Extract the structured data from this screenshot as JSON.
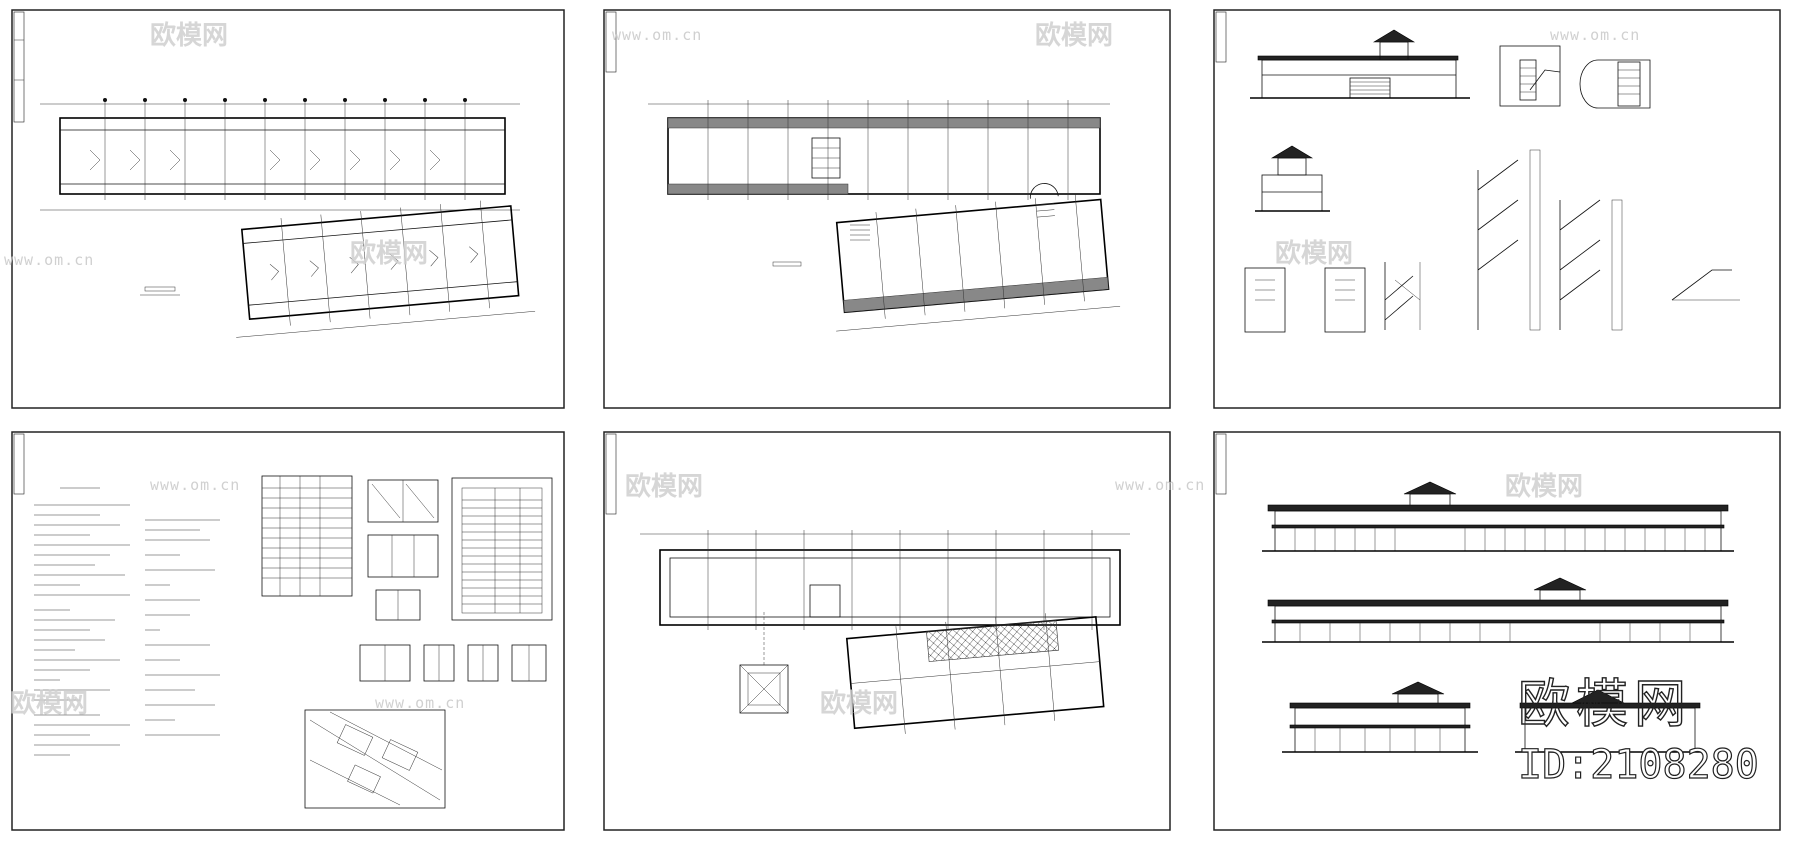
{
  "watermark": {
    "brand": "欧模网",
    "url": "www.om.cn"
  },
  "overlay": {
    "brand": "欧模网",
    "id": "ID:2108280"
  },
  "sheets": [
    {
      "key": "sheet-1",
      "kind": "floor-plan"
    },
    {
      "key": "sheet-2",
      "kind": "floor-plan"
    },
    {
      "key": "sheet-3",
      "kind": "sections-details"
    },
    {
      "key": "sheet-4",
      "kind": "notes-schedules"
    },
    {
      "key": "sheet-5",
      "kind": "roof-plan"
    },
    {
      "key": "sheet-6",
      "kind": "elevations"
    }
  ],
  "colors": {
    "line": "#111111",
    "watermark": "#cfcfcf",
    "background": "#ffffff"
  }
}
